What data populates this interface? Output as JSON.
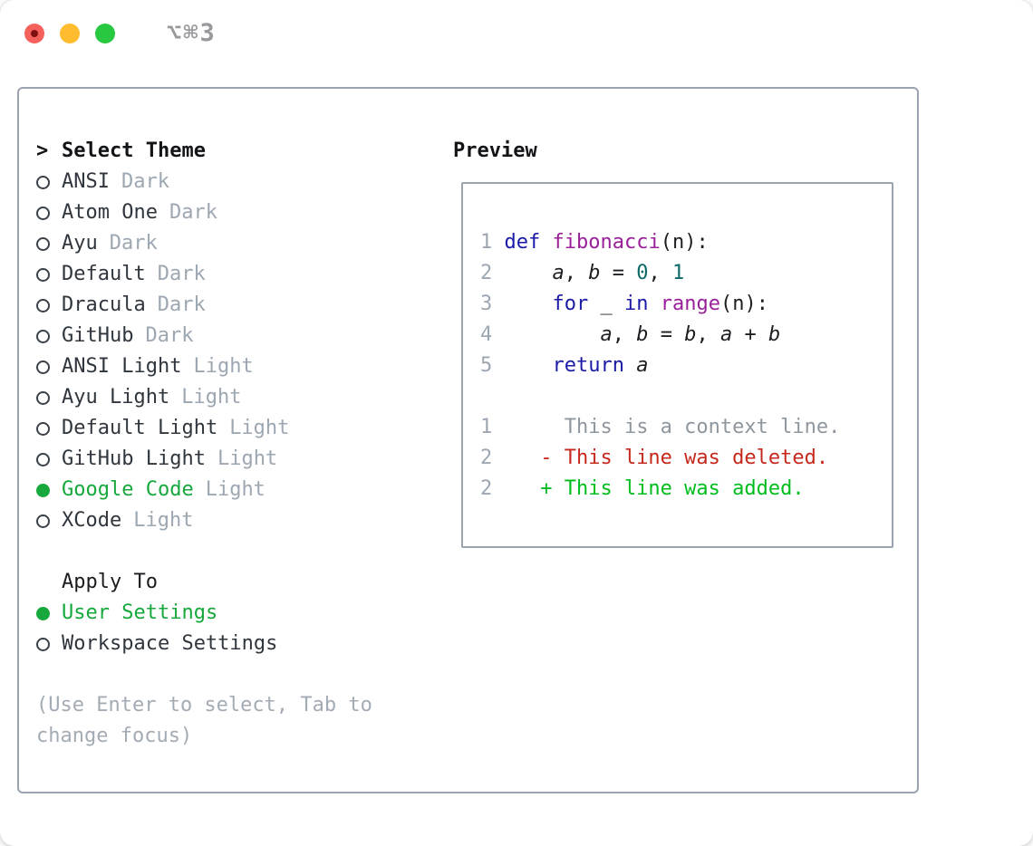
{
  "colors": {
    "accentGreen": "#16a83c",
    "addedGreen": "#00bd1d",
    "deletedRed": "#c5281c",
    "keywordBlue": "#1a1aa6",
    "functionPurple": "#992099",
    "numberTeal": "#0d6969",
    "mutedGray": "#9da7b2",
    "contextGray": "#8e979f",
    "helpGray": "#a3abb5",
    "textDark": "#30363d",
    "headingBlack": "#121417",
    "borderGray": "#9aa3ae",
    "trafficRed": "#f4615c",
    "trafficYellow": "#febc2e",
    "trafficGreen": "#28c840"
  },
  "window": {
    "title": "⌥⌘3"
  },
  "theme_picker": {
    "header_prefix": ">",
    "header_label": "Select Theme",
    "themes": [
      {
        "name": "ANSI",
        "tag": "Dark",
        "selected": false
      },
      {
        "name": "Atom One",
        "tag": "Dark",
        "selected": false
      },
      {
        "name": "Ayu",
        "tag": "Dark",
        "selected": false
      },
      {
        "name": "Default",
        "tag": "Dark",
        "selected": false
      },
      {
        "name": "Dracula",
        "tag": "Dark",
        "selected": false
      },
      {
        "name": "GitHub",
        "tag": "Dark",
        "selected": false
      },
      {
        "name": "ANSI Light",
        "tag": "Light",
        "selected": false
      },
      {
        "name": "Ayu Light",
        "tag": "Light",
        "selected": false
      },
      {
        "name": "Default Light",
        "tag": "Light",
        "selected": false
      },
      {
        "name": "GitHub Light",
        "tag": "Light",
        "selected": false
      },
      {
        "name": "Google Code",
        "tag": "Light",
        "selected": true
      },
      {
        "name": "XCode",
        "tag": "Light",
        "selected": false
      }
    ],
    "apply_to_label": "Apply To",
    "apply_options": [
      {
        "name": "User Settings",
        "selected": true
      },
      {
        "name": "Workspace Settings",
        "selected": false
      }
    ],
    "help_text": "(Use Enter to select, Tab to change focus)"
  },
  "preview": {
    "title": "Preview",
    "code_lines": [
      {
        "no": "1",
        "tokens": [
          {
            "t": "def",
            "s": "kw"
          },
          {
            "t": " ",
            "s": "pl"
          },
          {
            "t": "fibonacci",
            "s": "fn"
          },
          {
            "t": "(",
            "s": "pl"
          },
          {
            "t": "n",
            "s": "pl"
          },
          {
            "t": "):",
            "s": "pl"
          }
        ]
      },
      {
        "no": "2",
        "tokens": [
          {
            "t": "    ",
            "s": "pl"
          },
          {
            "t": "a",
            "s": "var"
          },
          {
            "t": ", ",
            "s": "pl"
          },
          {
            "t": "b",
            "s": "var"
          },
          {
            "t": " = ",
            "s": "pl"
          },
          {
            "t": "0",
            "s": "num"
          },
          {
            "t": ", ",
            "s": "pl"
          },
          {
            "t": "1",
            "s": "num"
          }
        ]
      },
      {
        "no": "3",
        "tokens": [
          {
            "t": "    ",
            "s": "pl"
          },
          {
            "t": "for",
            "s": "kw"
          },
          {
            "t": " _ ",
            "s": "pl"
          },
          {
            "t": "in",
            "s": "kw"
          },
          {
            "t": " ",
            "s": "pl"
          },
          {
            "t": "range",
            "s": "fn"
          },
          {
            "t": "(",
            "s": "pl"
          },
          {
            "t": "n",
            "s": "pl"
          },
          {
            "t": "):",
            "s": "pl"
          }
        ]
      },
      {
        "no": "4",
        "tokens": [
          {
            "t": "        ",
            "s": "pl"
          },
          {
            "t": "a",
            "s": "var"
          },
          {
            "t": ", ",
            "s": "pl"
          },
          {
            "t": "b",
            "s": "var"
          },
          {
            "t": " = ",
            "s": "pl"
          },
          {
            "t": "b",
            "s": "var"
          },
          {
            "t": ", ",
            "s": "pl"
          },
          {
            "t": "a",
            "s": "var"
          },
          {
            "t": " + ",
            "s": "pl"
          },
          {
            "t": "b",
            "s": "var"
          }
        ]
      },
      {
        "no": "5",
        "tokens": [
          {
            "t": "    ",
            "s": "pl"
          },
          {
            "t": "return",
            "s": "kw"
          },
          {
            "t": " ",
            "s": "pl"
          },
          {
            "t": "a",
            "s": "var"
          }
        ]
      }
    ],
    "diff_lines": [
      {
        "no": "1",
        "gap": "      ",
        "prefix": "",
        "text": "This is a context line.",
        "style": "context"
      },
      {
        "no": "2",
        "gap": "    ",
        "prefix": "- ",
        "text": "This line was deleted.",
        "style": "deleted"
      },
      {
        "no": "2",
        "gap": "    ",
        "prefix": "+ ",
        "text": "This line was added.",
        "style": "added"
      }
    ]
  }
}
